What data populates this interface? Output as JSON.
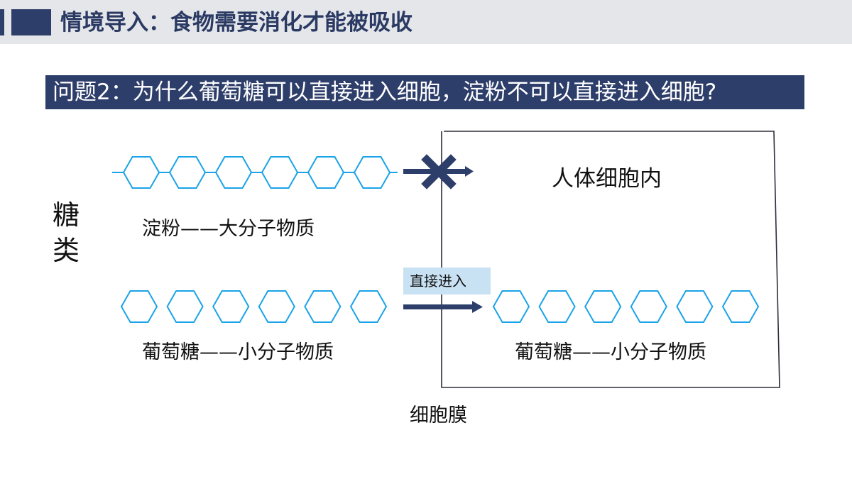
{
  "header": {
    "title": "情境导入：食物需要消化才能被吸收"
  },
  "question": {
    "text": "问题2：为什么葡萄糖可以直接进入细胞，淀粉不可以直接进入细胞?"
  },
  "diagram": {
    "category_label": "糖类",
    "starch_label": "淀粉——大分子物质",
    "glucose_outside_label": "葡萄糖——小分子物质",
    "glucose_inside_label": "葡萄糖——小分子物质",
    "cell_interior_label": "人体细胞内",
    "membrane_label": "细胞膜",
    "direct_entry_label": "直接进入",
    "starch_unit_count": 6,
    "glucose_outside_count": 6,
    "glucose_inside_count": 6
  },
  "colors": {
    "navy": "#2e3e6a",
    "hexagon_stroke": "#1aa3e8",
    "highlight_box": "#c9e2f3",
    "header_background": "#e4e6ea"
  }
}
